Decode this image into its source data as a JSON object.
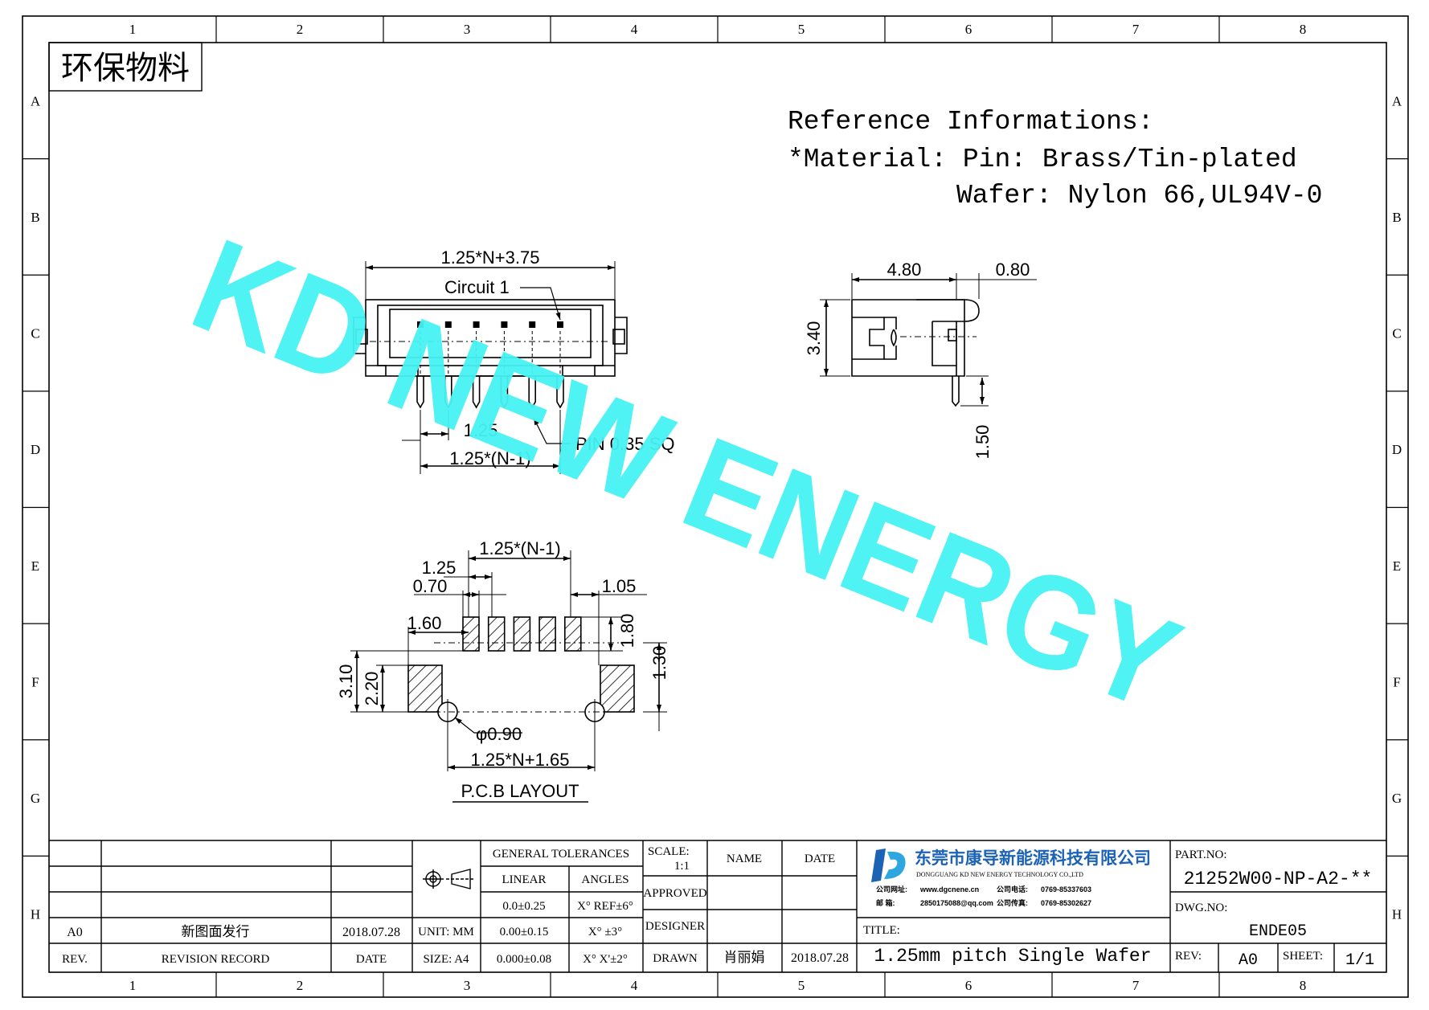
{
  "grid": {
    "columns": [
      "1",
      "2",
      "3",
      "4",
      "5",
      "6",
      "7",
      "8"
    ],
    "rows": [
      "A",
      "B",
      "C",
      "D",
      "E",
      "F",
      "G",
      "H"
    ]
  },
  "stamp": "环保物料",
  "watermark": "KD NEW ENERGY",
  "reference": {
    "heading": "Reference Informations:",
    "line1": "*Material: Pin: Brass/Tin-plated",
    "line2": "Wafer: Nylon 66,UL94V-0"
  },
  "front_view": {
    "overall": "1.25*N+3.75",
    "circuit": "Circuit 1",
    "pitch": "1.25",
    "span": "1.25*(N-1)",
    "pin": "PIN 0.35 SQ"
  },
  "side_view": {
    "width": "4.80",
    "tip": "0.80",
    "height": "3.40",
    "pin_length": "1.50"
  },
  "pcb_layout": {
    "span": "1.25*(N-1)",
    "pitch": "1.25",
    "pad_width": "0.70",
    "end_offset": "1.05",
    "tab_offset": "1.60",
    "pad_height": "1.80",
    "total_height": "3.10",
    "tab_height": "2.20",
    "right_height": "1.30",
    "hole": "φ0.90",
    "overall": "1.25*N+1.65",
    "caption": "P.C.B LAYOUT"
  },
  "title_block": {
    "general_tolerances": "GENERAL TOLERANCES",
    "linear": "LINEAR",
    "angles": "ANGLES",
    "lin1": "0.0±0.25",
    "ang1": "X° REF±6°",
    "lin2": "0.00±0.15",
    "ang2": "X° ±3°",
    "lin3": "0.000±0.08",
    "ang3": "X° X'±2°",
    "unit": "UNIT: MM",
    "size": "SIZE: A4",
    "scale_label": "SCALE:",
    "scale_value": "1:1",
    "name_hdr": "NAME",
    "date_hdr": "DATE",
    "approved": "APPROVED",
    "designer": "DESIGNER",
    "drawn": "DRAWN",
    "drawn_name": "肖丽娟",
    "drawn_date": "2018.07.28",
    "rev_row": {
      "rev": "A0",
      "record": "新图面发行",
      "date": "2018.07.28"
    },
    "rev_hdr": "REV.",
    "record_hdr": "REVISION RECORD",
    "date_col_hdr": "DATE",
    "company_cn": "东莞市康导新能源科技有限公司",
    "company_en": "DONGGUANG KD NEW ENERGY TECHNOLOGY CO.,LTD",
    "company_site_label": "公司网址:",
    "company_site": "www.dgcnene.cn",
    "company_tel_label": "公司电话:",
    "company_tel": "0769-85337603",
    "company_mail_label": "邮  箱:",
    "company_mail": "2850175088@qq.com",
    "company_fax_label": "公司传真:",
    "company_fax": "0769-85302627",
    "title_label": "TITLE:",
    "title": "1.25mm pitch Single Wafer",
    "part_label": "PART.NO:",
    "part_no": "21252W00-NP-A2-**",
    "dwg_label": "DWG.NO:",
    "dwg_no": "ENDE05",
    "rev_label": "REV:",
    "rev_value": "A0",
    "sheet_label": "SHEET:",
    "sheet_value": "1/1"
  },
  "colors": {
    "watermark": "#46F2F2",
    "brand": "#1C63B6"
  }
}
